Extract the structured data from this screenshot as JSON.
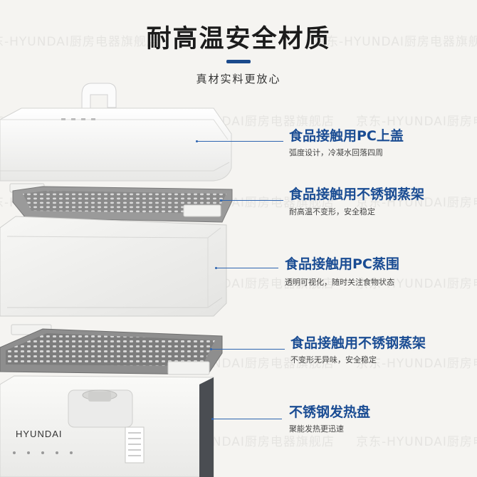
{
  "header": {
    "title": "耐高温安全材质",
    "subtitle": "真材实料更放心"
  },
  "watermark": "京东-HYUNDAI厨房电器旗舰店",
  "brand": "HYUNDAI",
  "callouts": [
    {
      "title": "食品接触用PC上盖",
      "subtitle": "弧度设计，冷凝水回落四周"
    },
    {
      "title": "食品接触用不锈钢蒸架",
      "subtitle": "耐高温不变形，安全稳定"
    },
    {
      "title": "食品接触用PC蒸围",
      "subtitle": "透明可视化，随时关注食物状态"
    },
    {
      "title": "食品接触用不锈钢蒸架",
      "subtitle": "不变形无异味，安全稳定"
    },
    {
      "title": "不锈钢发热盘",
      "subtitle": "聚能发热更迅速"
    }
  ],
  "colors": {
    "accent": "#1a4c93",
    "background": "#f5f4f1"
  }
}
